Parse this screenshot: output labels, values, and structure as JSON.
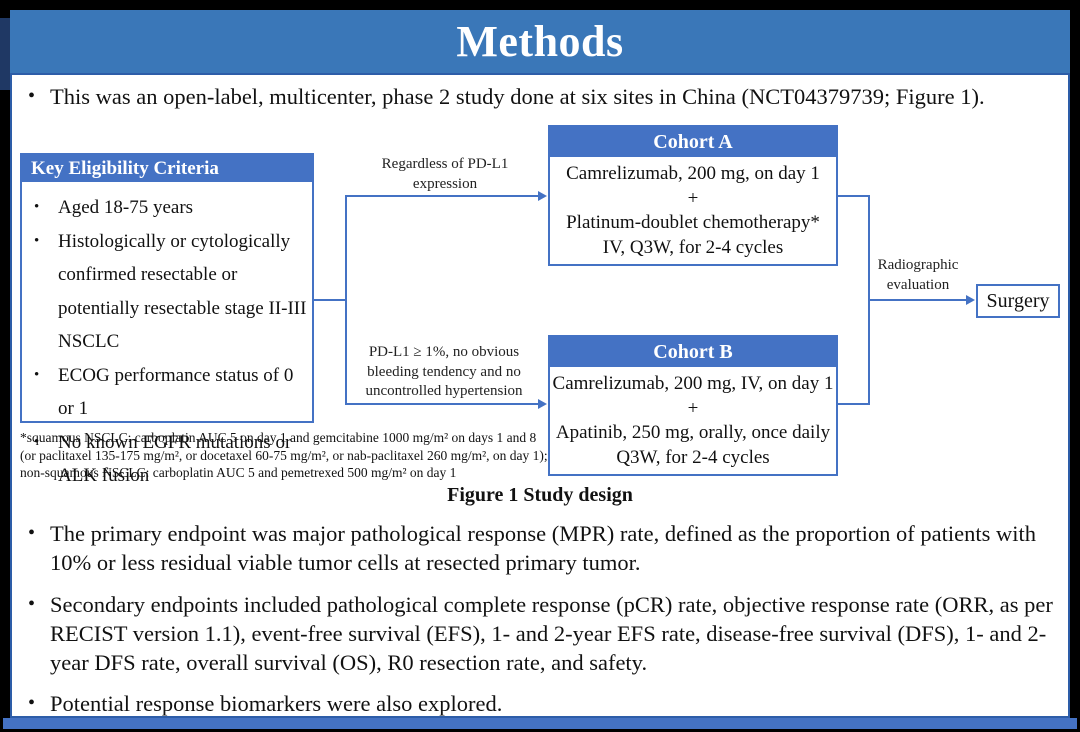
{
  "title": "Methods",
  "bullets": [
    "This was an open-label, multicenter, phase 2 study done at six sites in China (NCT04379739; Figure 1).",
    "The primary endpoint was major pathological response (MPR) rate, defined as the proportion of patients with 10% or less residual viable tumor cells at resected primary tumor.",
    "Secondary endpoints included pathological complete response (pCR) rate, objective response rate (ORR, as per RECIST version 1.1), event-free survival (EFS), 1- and 2-year EFS rate, disease-free survival (DFS), 1- and 2-year DFS rate, overall survival (OS), R0 resection rate, and safety.",
    "Potential response biomarkers were also explored."
  ],
  "figure": {
    "caption": "Figure 1 Study design",
    "eligibility": {
      "header": "Key  Eligibility Criteria",
      "items": [
        "Aged 18-75 years",
        "Histologically or cytologically confirmed resectable or potentially resectable stage II-III  NSCLC",
        "ECOG performance status of 0 or 1",
        "No known EGFR mutations or ALK fusion"
      ]
    },
    "branch_top_label": "Regardless  of PD-L1 expression",
    "branch_bottom_label": "PD-L1 ≥ 1%, no obvious bleeding tendency and no uncontrolled  hypertension",
    "cohort_a": {
      "header": "Cohort A",
      "lines": [
        "Camrelizumab, 200 mg, on day 1",
        "+",
        "Platinum-doublet chemotherapy*",
        "IV, Q3W, for 2-4 cycles"
      ]
    },
    "cohort_b": {
      "header": "Cohort B",
      "lines": [
        "Camrelizumab, 200 mg, IV, on day 1",
        "+",
        "Apatinib, 250 mg, orally, once daily",
        "Q3W, for 2-4 cycles"
      ]
    },
    "radiographic_label": "Radiographic evaluation",
    "surgery_label": "Surgery",
    "footnote": "*squamous NSCLC: carboplatin AUC 5 on day 1 and gemcitabine 1000 mg/m² on days 1 and 8 (or paclitaxel 135-175 mg/m², or docetaxel 60-75 mg/m², or nab-paclitaxel 260 mg/m², on day 1); non-squamous NSCLC: carboplatin AUC 5 and pemetrexed 500 mg/m² on day 1"
  },
  "colors": {
    "banner_blue": "#3a77b8",
    "accent_blue": "#4472c4",
    "background": "#000000",
    "panel": "#ffffff"
  }
}
